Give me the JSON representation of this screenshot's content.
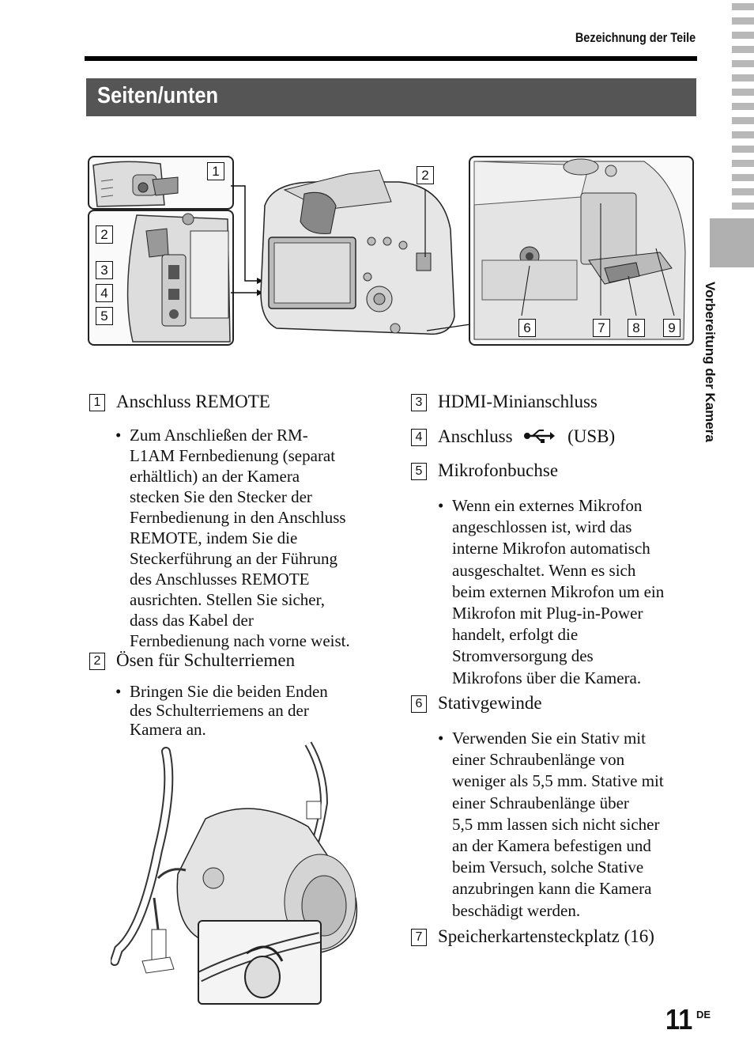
{
  "header": {
    "section": "Bezeichnung der Teile"
  },
  "title": "Seiten/unten",
  "side_tab": "Vorbereitung der Kamera",
  "figure": {
    "callouts": [
      "1",
      "2",
      "3",
      "4",
      "5",
      "2",
      "6",
      "7",
      "8",
      "9"
    ]
  },
  "left_column": {
    "item1": {
      "num": "1",
      "label": "Anschluss REMOTE"
    },
    "item1_lines": [
      "Zum Anschließen der RM-",
      "L1AM Fernbedienung (separat",
      "erhältlich) an der Kamera",
      "stecken Sie den Stecker der",
      "Fernbedienung in den Anschluss",
      "REMOTE, indem Sie die",
      "Steckerführung an der Führung",
      "des Anschlusses REMOTE",
      "ausrichten. Stellen Sie sicher,",
      "dass das Kabel der",
      "Fernbedienung nach vorne weist."
    ],
    "item2": {
      "num": "2",
      "label": "Ösen für Schulterriemen"
    },
    "item2_lines": [
      "Bringen Sie die beiden Enden",
      "des Schulterriemens an der",
      "Kamera an."
    ]
  },
  "right_column": {
    "item3": {
      "num": "3",
      "label": "HDMI-Minianschluss"
    },
    "item4": {
      "num": "4",
      "label": "Anschluss",
      "suffix": "(USB)",
      "icon": "usb-icon"
    },
    "item5": {
      "num": "5",
      "label": "Mikrofonbuchse"
    },
    "item5_lines": [
      "Wenn ein externes Mikrofon",
      "angeschlossen ist, wird das",
      "interne Mikrofon automatisch",
      "ausgeschaltet. Wenn es sich",
      "beim externen Mikrofon um ein",
      "Mikrofon mit Plug-in-Power",
      "handelt, erfolgt die",
      "Stromversorgung des",
      "Mikrofons über die Kamera."
    ],
    "item6": {
      "num": "6",
      "label": "Stativgewinde"
    },
    "item6_lines": [
      "Verwenden Sie ein Stativ mit",
      "einer Schraubenlänge von",
      "weniger als 5,5 mm. Stative mit",
      "einer Schraubenlänge über",
      "5,5 mm lassen sich nicht sicher",
      "an der Kamera befestigen und",
      "beim Versuch, solche Stative",
      "anzubringen kann die Kamera",
      "beschädigt werden."
    ],
    "item7": {
      "num": "7",
      "label": "Speicherkartensteckplatz (16)"
    }
  },
  "page": {
    "number": "11",
    "lang": "DE"
  },
  "colors": {
    "title_bar": "#555555",
    "side_tab": "#b0b0b0"
  }
}
